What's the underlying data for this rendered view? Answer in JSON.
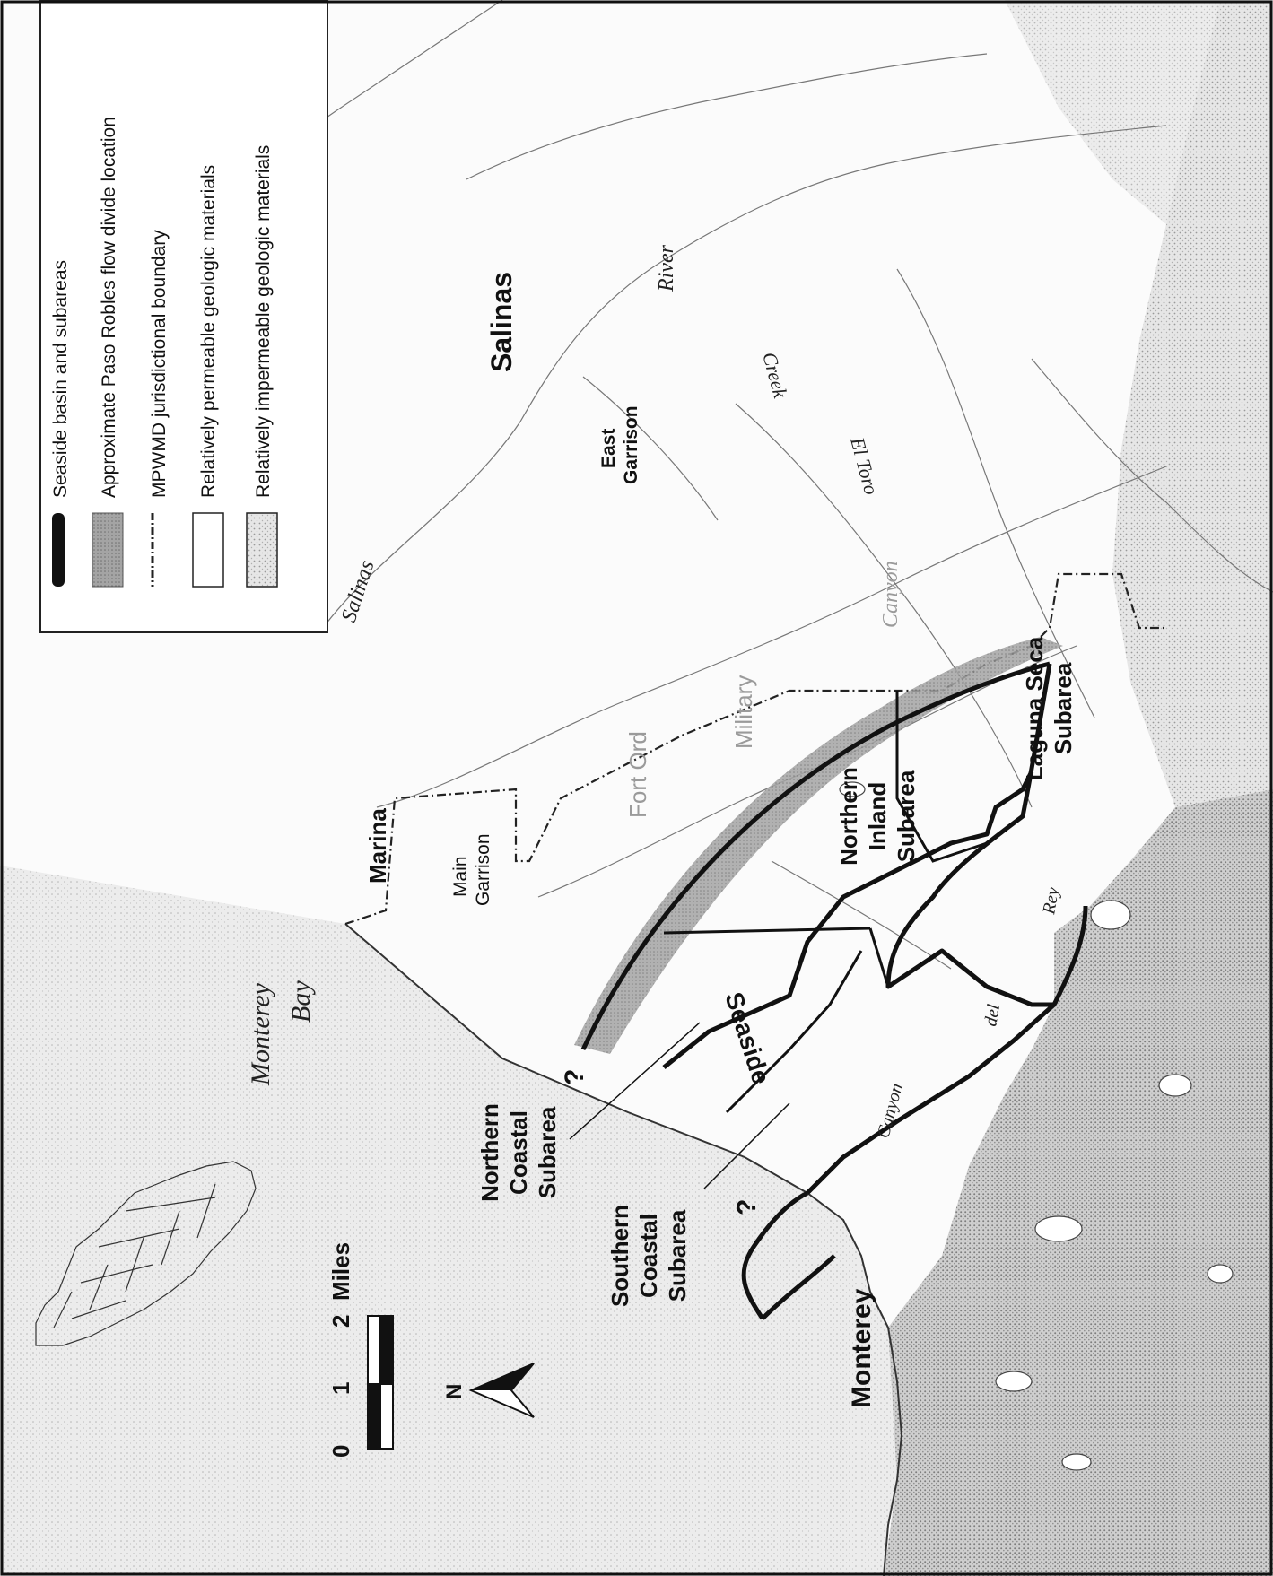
{
  "legend": {
    "items": [
      {
        "label": "Seaside basin and subareas",
        "symbol": "thick-line"
      },
      {
        "label": "Approximate Paso Robles flow divide location",
        "symbol": "gray-band"
      },
      {
        "label": "MPWMD jurisdictional boundary",
        "symbol": "thin-line"
      },
      {
        "label": "Relatively permeable geologic materials",
        "symbol": "white-box"
      },
      {
        "label": "Relatively impermeable geologic materials",
        "symbol": "stippled-box"
      }
    ]
  },
  "scale_bar": {
    "zero": "0",
    "one": "1",
    "two": "2",
    "unit": "Miles"
  },
  "north_arrow": {
    "label": "N"
  },
  "places": {
    "salinas_city": "Salinas",
    "salinas_river_a": "Salinas",
    "salinas_river_b": "River",
    "east_garrison_1": "East",
    "east_garrison_2": "Garrison",
    "el_toro_creek_1": "El Toro",
    "el_toro_creek_2": "Creek",
    "marina": "Marina",
    "main_garrison_1": "Main",
    "main_garrison_2": "Garrison",
    "fort_ord": "Fort Ord",
    "military": "Military",
    "monterey_bay_1": "Monterey",
    "monterey_bay_2": "Bay",
    "seaside": "Seaside",
    "monterey": "Monterey",
    "canyon": "Canyon",
    "del": "del",
    "rey": "Rey",
    "canyon_top": "Canyon"
  },
  "subareas": {
    "northern_inland": [
      "Northern",
      "Inland",
      "Subarea"
    ],
    "laguna_seca": [
      "Laguna Seca",
      "Subarea"
    ],
    "northern_coastal": [
      "Northern",
      "Coastal",
      "Subarea"
    ],
    "southern_coastal": [
      "Southern",
      "Coastal",
      "Subarea"
    ]
  },
  "question_marks": [
    "?",
    "?"
  ],
  "colors": {
    "ink": "#111111",
    "band": "#9a9a9a",
    "land_light": "#f4f4f4",
    "land_dark": "#c8c8c8",
    "water": "#dcdcdc"
  }
}
